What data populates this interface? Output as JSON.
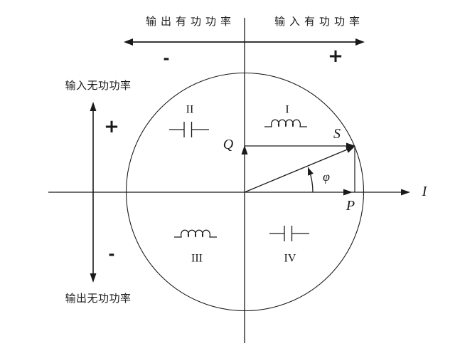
{
  "figure": {
    "colors": {
      "ink": "#1a1a1a",
      "background": "#ffffff"
    },
    "active_axis": {
      "left_label": "输出有功功率",
      "right_label": "输入有功功率",
      "left_sign": "-",
      "right_sign": "+"
    },
    "reactive_axis": {
      "top_label": "输入无功功率",
      "top_sign": "+",
      "bottom_sign": "-",
      "bottom_label": "输出无功功率"
    },
    "current_axis_label": "I",
    "phasors": {
      "apparent": "S",
      "reactive": "Q",
      "active": "P",
      "angle": "φ"
    },
    "quadrants": {
      "q1": {
        "numeral": "I",
        "icon": "inductor-icon"
      },
      "q2": {
        "numeral": "II",
        "icon": "capacitor-icon"
      },
      "q3": {
        "numeral": "III",
        "icon": "inductor-icon"
      },
      "q4": {
        "numeral": "IV",
        "icon": "capacitor-icon"
      }
    }
  }
}
